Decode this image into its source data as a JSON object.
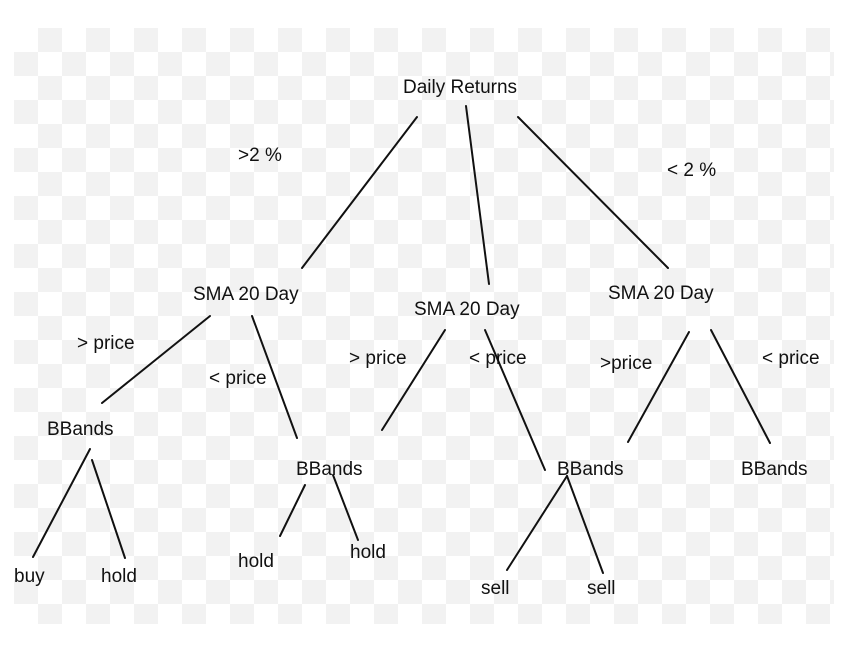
{
  "nodes": {
    "root": "Daily Returns",
    "sma_left": "SMA 20 Day",
    "sma_mid": "SMA 20 Day",
    "sma_right": "SMA 20 Day",
    "bb_ll": "BBands",
    "bb_lm": "BBands",
    "bb_mr": "BBands",
    "bb_rr": "BBands",
    "buy": "buy",
    "hold_1": "hold",
    "hold_2": "hold",
    "hold_3": "hold",
    "sell_1": "sell",
    "sell_2": "sell"
  },
  "edge_labels": {
    "gt2": ">2 %",
    "lt2": "< 2 %",
    "l_gt_price": "> price",
    "l_lt_price": "< price",
    "m_gt_price": "> price",
    "m_lt_price": "< price",
    "r_gt_price": ">price",
    "r_lt_price": "< price"
  },
  "colors": {
    "line": "#111111",
    "text": "#111111"
  }
}
